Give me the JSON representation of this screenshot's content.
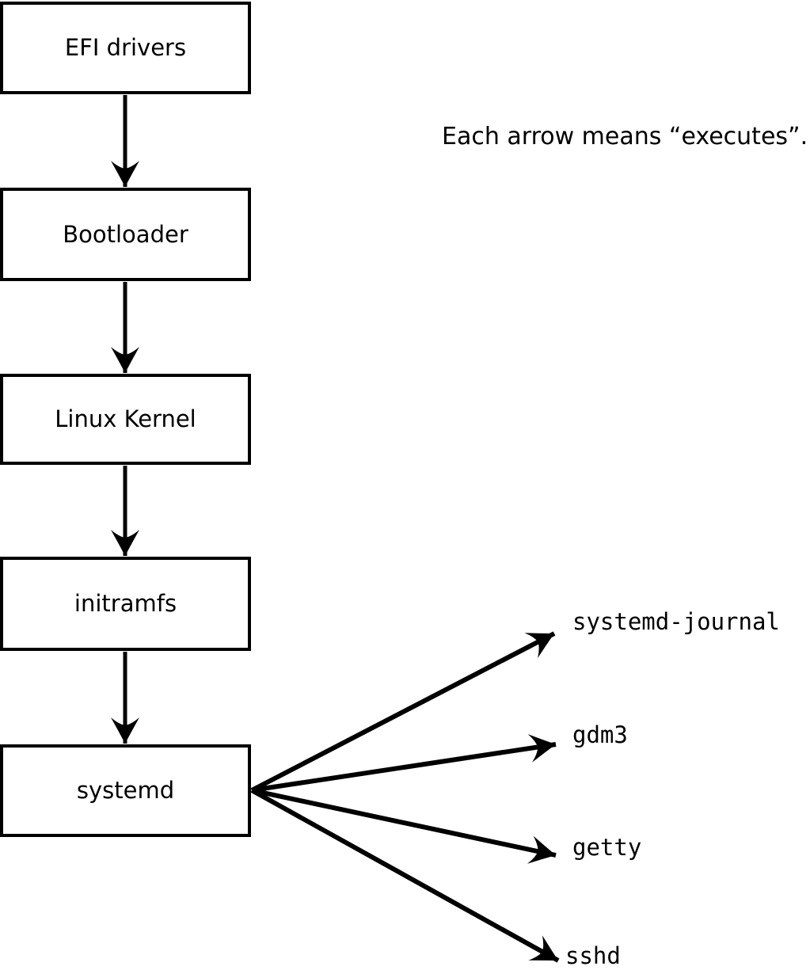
{
  "diagram": {
    "title_note": "Each arrow means “executes”.",
    "arrow_meaning": "executes",
    "nodes": [
      {
        "id": "efi-drivers",
        "label": "EFI drivers"
      },
      {
        "id": "bootloader",
        "label": "Bootloader"
      },
      {
        "id": "linux-kernel",
        "label": "Linux Kernel"
      },
      {
        "id": "initramfs",
        "label": "initramfs"
      },
      {
        "id": "systemd",
        "label": "systemd"
      }
    ],
    "spawned": [
      {
        "id": "systemd-journal",
        "label": "systemd-journal"
      },
      {
        "id": "gdm3",
        "label": "gdm3"
      },
      {
        "id": "getty",
        "label": "getty"
      },
      {
        "id": "sshd",
        "label": "sshd"
      }
    ],
    "edges": [
      {
        "from": "EFI drivers",
        "to": "Bootloader"
      },
      {
        "from": "Bootloader",
        "to": "Linux Kernel"
      },
      {
        "from": "Linux Kernel",
        "to": "initramfs"
      },
      {
        "from": "initramfs",
        "to": "systemd"
      },
      {
        "from": "systemd",
        "to": "systemd-journal"
      },
      {
        "from": "systemd",
        "to": "gdm3"
      },
      {
        "from": "systemd",
        "to": "getty"
      },
      {
        "from": "systemd",
        "to": "sshd"
      }
    ],
    "colors": {
      "background": "#ffffff",
      "line": "#000000",
      "box_fill": "#ffffff",
      "text": "#000000"
    }
  }
}
